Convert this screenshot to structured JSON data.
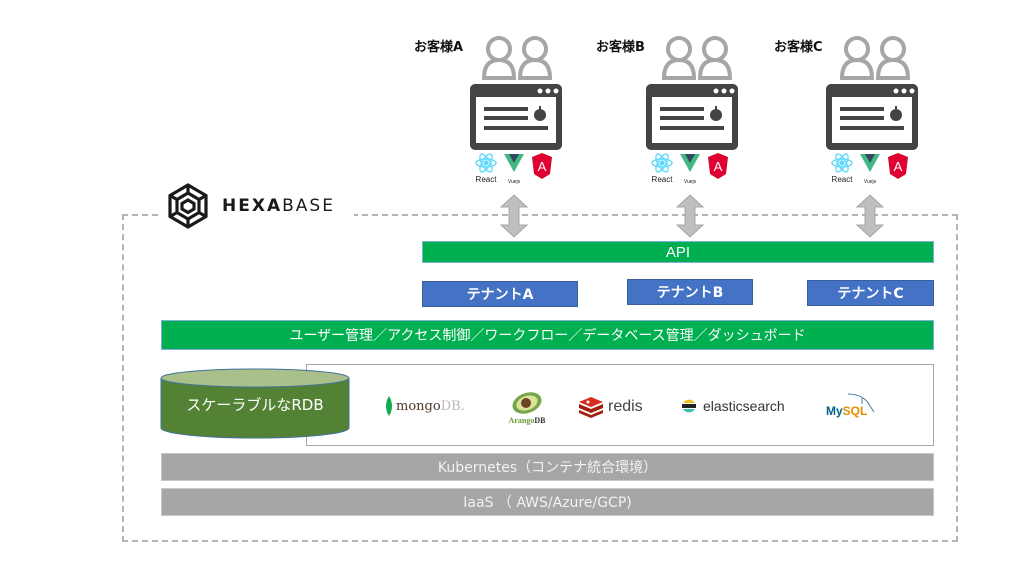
{
  "diagram": {
    "brand": {
      "bold": "HEXA",
      "light": "BASE"
    },
    "customers": [
      {
        "label": "お客様A",
        "frameworks": [
          "React",
          "Vue.js",
          "Angular"
        ]
      },
      {
        "label": "お客様B",
        "frameworks": [
          "React",
          "Vue.js",
          "Angular"
        ]
      },
      {
        "label": "お客様C",
        "frameworks": [
          "React",
          "Vue.js",
          "Angular"
        ]
      }
    ],
    "fw_captions": {
      "react": "React",
      "vue": "Vuejs",
      "angular": "A"
    },
    "api_label": "API",
    "tenants": [
      "テナントA",
      "テナントB",
      "テナントC"
    ],
    "functions_label": "ユーザー管理／アクセス制御／ワークフロー／データベース管理／ダッシュボード",
    "rdb_label": "スケーラブルなRDB",
    "databases": [
      {
        "name": "mongoDB",
        "part1": "mongo",
        "part2": "DB."
      },
      {
        "name": "ArangoDB",
        "part1": "Arango",
        "part2": "DB"
      },
      {
        "name": "redis"
      },
      {
        "name": "elasticsearch"
      },
      {
        "name": "MySQL",
        "part1": "My",
        "part2": "SQL"
      }
    ],
    "kubernetes_label": "Kubernetes（コンテナ統合環境）",
    "iaas_label": "IaaS （ AWS/Azure/GCP)",
    "colors": {
      "green": "#00b050",
      "blue": "#4472c4",
      "gray": "#a6a6a6",
      "rdb_green": "#538135",
      "dark": "#444444"
    }
  }
}
